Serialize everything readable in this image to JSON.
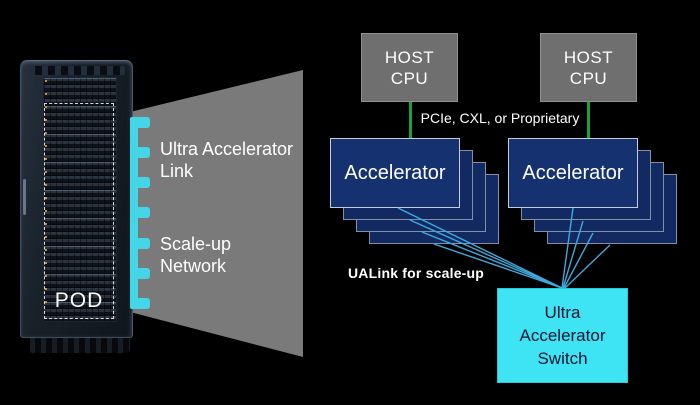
{
  "colors": {
    "background": "#000000",
    "funnel_gray": "#7a7a7a",
    "host_gray": "#6f6f6f",
    "accent_cyan": "#44d5e7",
    "switch_fill": "#3ee4f4",
    "switch_text": "#0a1430",
    "accel_front": "#16316f",
    "accel_back": "#122a61",
    "green_link": "#17a23a",
    "link_blue": "#3fa9dc",
    "text_white": "#ffffff"
  },
  "rack": {
    "pod_label": "POD"
  },
  "funnel": {
    "title_line1": "Ultra Accelerator",
    "title_line2": "Link",
    "subtitle_line1": "Scale-up",
    "subtitle_line2": "Network"
  },
  "host_cpu": {
    "line1": "HOST",
    "line2": "CPU"
  },
  "interconnect_label": "PCIe, CXL, or Proprietary",
  "accelerator_label": "Accelerator",
  "ualink_label": "UALink for scale-up",
  "switch": {
    "line1": "Ultra",
    "line2": "Accelerator",
    "line3": "Switch"
  }
}
